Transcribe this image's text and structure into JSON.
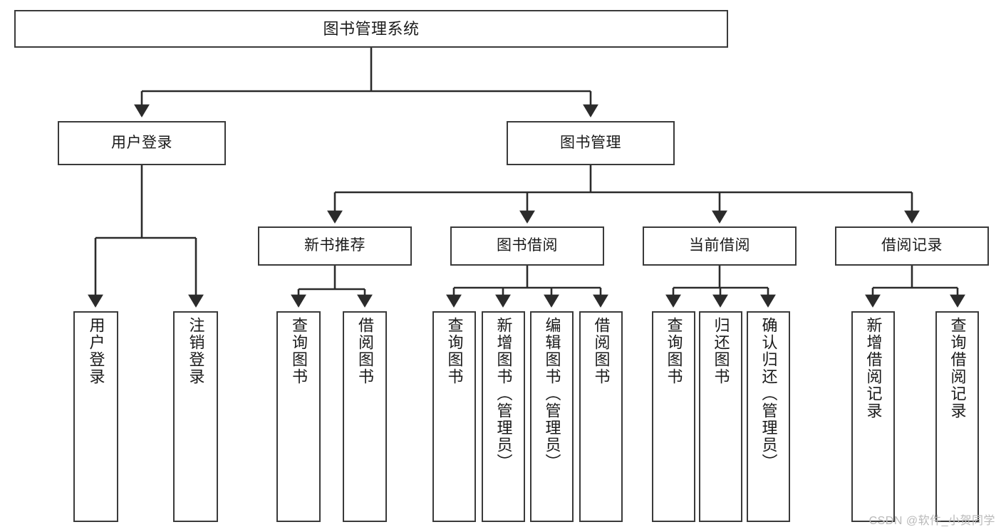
{
  "diagram": {
    "title": "图书管理系统",
    "type": "hierarchy-tree",
    "colors": {
      "background": "#ffffff",
      "box_border": "#3a3a3a",
      "box_fill": "#ffffff",
      "connector": "#2b2b2b",
      "text": "#1a1a1a",
      "watermark": "#b9b9b9"
    },
    "root": {
      "label": "图书管理系统"
    },
    "level2": [
      {
        "label": "用户登录"
      },
      {
        "label": "图书管理"
      }
    ],
    "level3": [
      {
        "label": "新书推荐"
      },
      {
        "label": "图书借阅"
      },
      {
        "label": "当前借阅"
      },
      {
        "label": "借阅记录"
      }
    ],
    "leaves": {
      "user_login": [
        {
          "label": "用户登录"
        },
        {
          "label": "注销登录"
        }
      ],
      "new_book_recommend": [
        {
          "label": "查询图书"
        },
        {
          "label": "借阅图书"
        }
      ],
      "book_borrow": [
        {
          "label": "查询图书"
        },
        {
          "label": "新增图书（管理员）"
        },
        {
          "label": "编辑图书（管理员）"
        },
        {
          "label": "借阅图书"
        }
      ],
      "current_borrow": [
        {
          "label": "查询图书"
        },
        {
          "label": "归还图书"
        },
        {
          "label": "确认归还（管理员）"
        }
      ],
      "borrow_record": [
        {
          "label": "新增借阅记录"
        },
        {
          "label": "查询借阅记录"
        }
      ]
    }
  },
  "watermark": {
    "text": "CSDN @软件_小贺同学"
  }
}
